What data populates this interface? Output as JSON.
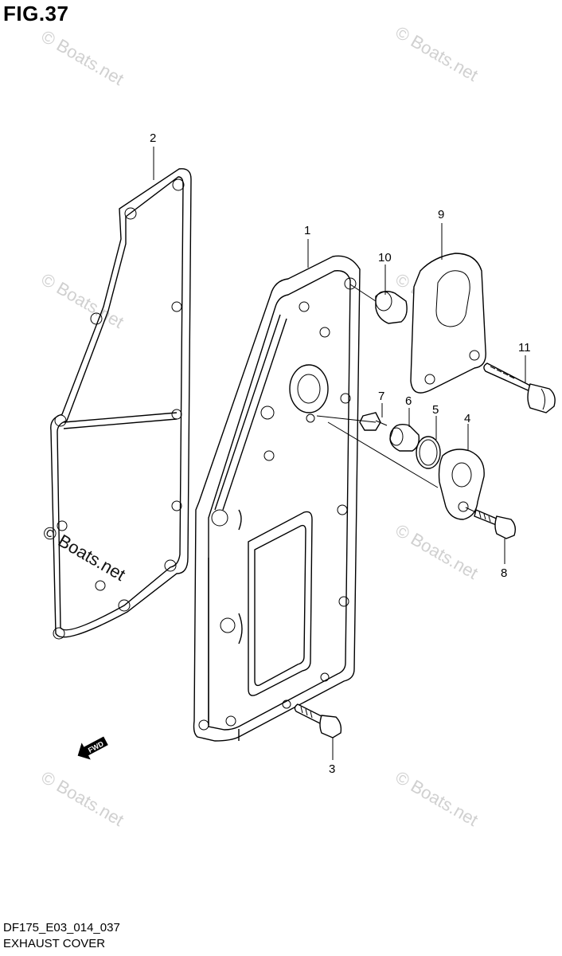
{
  "figure": {
    "title": "FIG.37",
    "code": "DF175_E03_014_037",
    "caption": "EXHAUST COVER"
  },
  "watermark": {
    "text": "© Boats.net"
  },
  "fwd_label": "FWD",
  "parts": [
    {
      "id": "1",
      "label": "1",
      "name": "exhaust-cover"
    },
    {
      "id": "2",
      "label": "2",
      "name": "gasket"
    },
    {
      "id": "3",
      "label": "3",
      "name": "bolt"
    },
    {
      "id": "4",
      "label": "4",
      "name": "plate"
    },
    {
      "id": "5",
      "label": "5",
      "name": "o-ring"
    },
    {
      "id": "6",
      "label": "6",
      "name": "spacer"
    },
    {
      "id": "7",
      "label": "7",
      "name": "nut"
    },
    {
      "id": "8",
      "label": "8",
      "name": "bolt"
    },
    {
      "id": "9",
      "label": "9",
      "name": "bracket-plate"
    },
    {
      "id": "10",
      "label": "10",
      "name": "grommet"
    },
    {
      "id": "11",
      "label": "11",
      "name": "long-bolt"
    }
  ]
}
